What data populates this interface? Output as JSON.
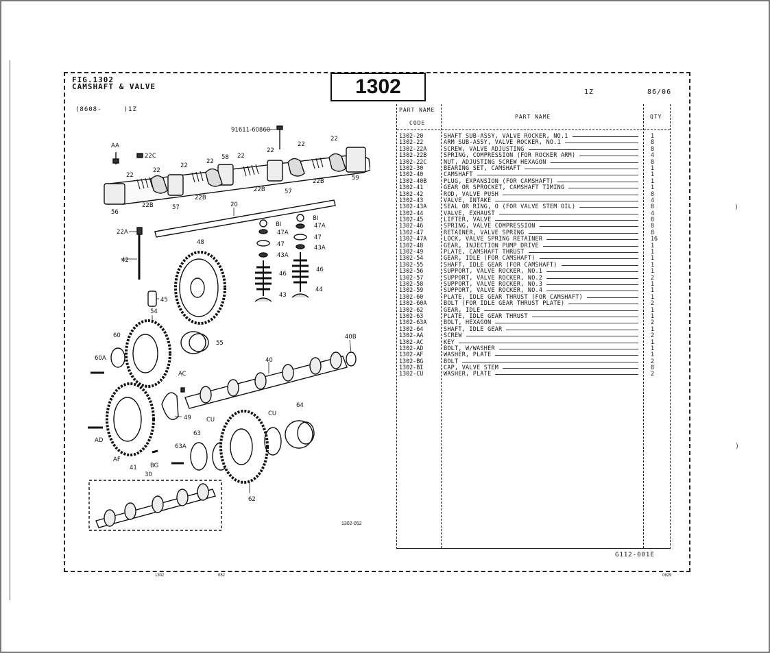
{
  "header": {
    "fig_line1": "FIG.1302",
    "fig_line2": "CAMSHAFT & VALVE",
    "section_code": "1302",
    "model": "1Z",
    "date": "86/06",
    "production": "(8608-     )1Z"
  },
  "table": {
    "col_code_line1": "PART NAME",
    "col_code_line2": "CODE",
    "col_name": "PART  NAME",
    "col_qty": "QTY",
    "rows": [
      {
        "code": "1302-20",
        "name": "SHAFT SUB-ASSY, VALVE ROCKER, NO.1",
        "qty": "1"
      },
      {
        "code": "1302-22",
        "name": "ARM SUB-ASSY, VALVE ROCKER, NO.1",
        "qty": "8"
      },
      {
        "code": "1302-22A",
        "name": "SCREW, VALVE ADJUSTING",
        "qty": "8"
      },
      {
        "code": "1302-22B",
        "name": "SPRING, COMPRESSION (FOR ROCKER ARM)",
        "qty": "4"
      },
      {
        "code": "1302-22C",
        "name": "NUT, ADJUSTING SCREW HEXAGON",
        "qty": "8"
      },
      {
        "code": "1302-30",
        "name": "BEARING SET, CAMSHAFT",
        "qty": "1"
      },
      {
        "code": "1302-40",
        "name": "CAMSHAFT",
        "qty": "1"
      },
      {
        "code": "1302-40B",
        "name": "PLUG, EXPANSION (FOR CAMSHAFT)",
        "qty": "1"
      },
      {
        "code": "1302-41",
        "name": "GEAR OR SPROCKET, CAMSHAFT TIMING",
        "qty": "1"
      },
      {
        "code": "1302-42",
        "name": "ROD, VALVE PUSH",
        "qty": "8"
      },
      {
        "code": "1302-43",
        "name": "VALVE, INTAKE",
        "qty": "4"
      },
      {
        "code": "1302-43A",
        "name": "SEAL OR RING, O (FOR VALVE STEM OIL)",
        "qty": "8"
      },
      {
        "code": "1302-44",
        "name": "VALVE, EXHAUST",
        "qty": "4"
      },
      {
        "code": "1302-45",
        "name": "LIFTER, VALVE",
        "qty": "8"
      },
      {
        "code": "1302-46",
        "name": "SPRING, VALVE COMPRESSION",
        "qty": "8"
      },
      {
        "code": "1302-47",
        "name": "RETAINER, VALVE SPRING",
        "qty": "8"
      },
      {
        "code": "1302-47A",
        "name": "LOCK, VALVE SPRING RETAINER",
        "qty": "16"
      },
      {
        "code": "1302-48",
        "name": "GEAR, INJECTION PUMP DRIVE",
        "qty": "1"
      },
      {
        "code": "1302-49",
        "name": "PLATE, CAMSHAFT THRUST",
        "qty": "1"
      },
      {
        "code": "1302-54",
        "name": "GEAR, IDLE (FOR CAMSHAFT)",
        "qty": "1"
      },
      {
        "code": "1302-55",
        "name": "SHAFT, IDLE GEAR (FOR CAMSHAFT)",
        "qty": "1"
      },
      {
        "code": "1302-56",
        "name": "SUPPORT, VALVE ROCKER, NO.1",
        "qty": "1"
      },
      {
        "code": "1302-57",
        "name": "SUPPORT, VALVE ROCKER, NO.2",
        "qty": "2"
      },
      {
        "code": "1302-58",
        "name": "SUPPORT, VALVE ROCKER, NO.3",
        "qty": "1"
      },
      {
        "code": "1302-59",
        "name": "SUPPORT, VALVE ROCKER, NO.4",
        "qty": "1"
      },
      {
        "code": "1302-60",
        "name": "PLATE, IDLE GEAR THRUST (FOR CAMSHAFT)",
        "qty": "1"
      },
      {
        "code": "1302-60A",
        "name": "BOLT (FOR IDLE GEAR THRUST PLATE)",
        "qty": "2"
      },
      {
        "code": "1302-62",
        "name": "GEAR, IDLE",
        "qty": "1"
      },
      {
        "code": "1302-63",
        "name": "PLATE, IDLE GEAR THRUST",
        "qty": "1"
      },
      {
        "code": "1302-63A",
        "name": "BOLT, HEXAGON",
        "qty": "2"
      },
      {
        "code": "1302-64",
        "name": "SHAFT, IDLE GEAR",
        "qty": "1"
      },
      {
        "code": "1302-AA",
        "name": "SCREW",
        "qty": "2"
      },
      {
        "code": "1302-AC",
        "name": "KEY",
        "qty": "1"
      },
      {
        "code": "1302-AD",
        "name": "BOLT, W/WASHER",
        "qty": "1"
      },
      {
        "code": "1302-AF",
        "name": "WASHER, PLATE",
        "qty": "1"
      },
      {
        "code": "1302-BG",
        "name": "BOLT",
        "qty": "2"
      },
      {
        "code": "1302-BI",
        "name": "CAP, VALVE STEM",
        "qty": "8"
      },
      {
        "code": "1302-CU",
        "name": "WASHER, PLATE",
        "qty": "2"
      }
    ]
  },
  "diagram": {
    "figure_number": "1302-052",
    "labels": {
      "bolt": "91611-60860",
      "aa": "AA",
      "c22c": "22C",
      "n22": "22",
      "n58": "58",
      "n56": "56",
      "n57": "57",
      "n22b": "22B",
      "n59": "59",
      "n20": "20",
      "n22a": "22A",
      "n42": "42",
      "bi": "BI",
      "n47a": "47A",
      "n47": "47",
      "n43a": "43A",
      "n46": "46",
      "n43": "43",
      "n44": "44",
      "n48": "48",
      "n45": "45",
      "n54": "54",
      "n60": "60",
      "n60a": "60A",
      "n55": "55",
      "n40b": "40B",
      "n40": "40",
      "ac": "AC",
      "n49": "49",
      "ad": "AD",
      "af": "AF",
      "n41": "41",
      "bg": "BG",
      "n63": "63",
      "n63a": "63A",
      "cu": "CU",
      "n64": "64",
      "n62": "62",
      "n30": "30"
    }
  },
  "footer": {
    "form_code": "G112-001E",
    "left": "1302",
    "mid": "052",
    "right": "0629"
  }
}
